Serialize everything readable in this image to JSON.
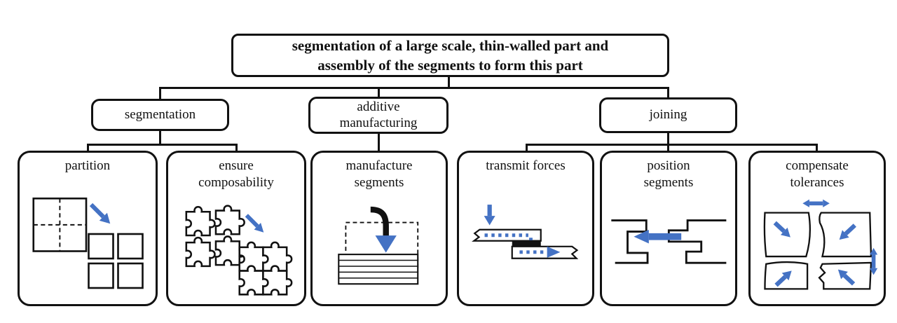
{
  "figure": {
    "root": {
      "label_line1": "segmentation of a large scale, thin-walled part and",
      "label_line2": "assembly of the segments to form this part"
    },
    "branches": [
      {
        "label": "segmentation"
      },
      {
        "label": "additive manufacturing"
      },
      {
        "label": "joining"
      }
    ],
    "leaves": [
      {
        "label": "partition",
        "illustration": "square-partitioned-into-four-segments"
      },
      {
        "label": "ensure composability",
        "illustration": "loose-puzzle-pieces-assembled"
      },
      {
        "label": "manufacture segments",
        "illustration": "printing-nozzle-depositing-layers"
      },
      {
        "label": "transmit forces",
        "illustration": "overlapping-bonded-plates-force-flow"
      },
      {
        "label": "position segments",
        "illustration": "interlocking-joint-profiles"
      },
      {
        "label": "compensate tolerances",
        "illustration": "four-segments-with-tolerance-arrows"
      }
    ],
    "colors": {
      "accent_blue": "#4472C4",
      "outline_black": "#111111"
    }
  }
}
